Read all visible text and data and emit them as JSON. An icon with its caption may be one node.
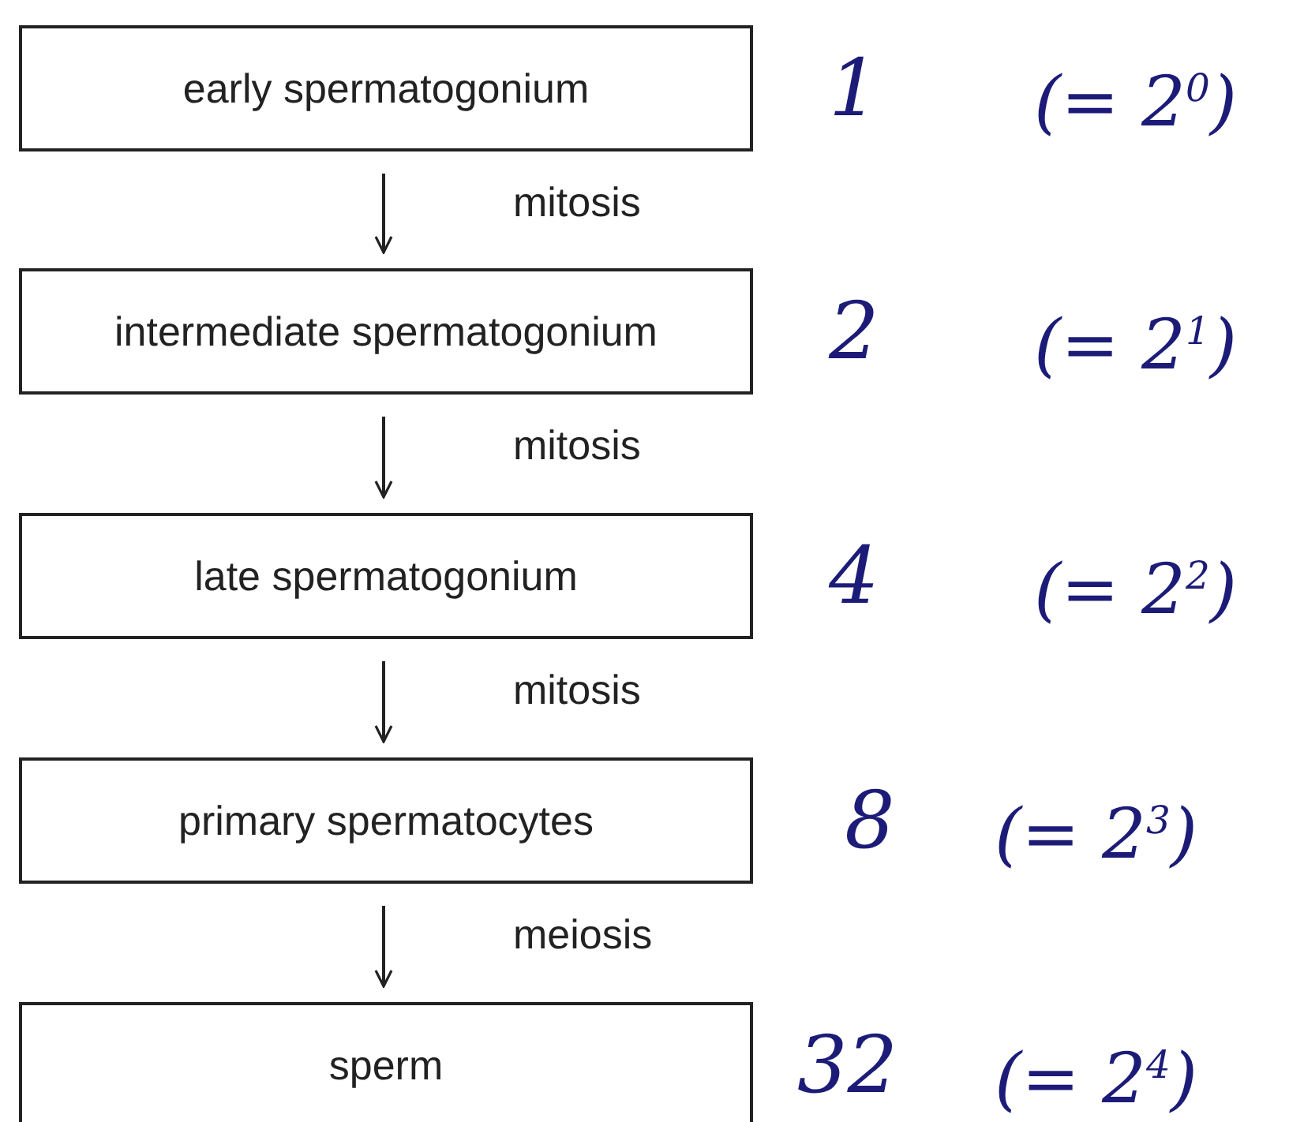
{
  "diagram": {
    "nodes": [
      {
        "text": [
          "early spermatogonium"
        ]
      },
      {
        "text": [
          "intermediate spermatogonium"
        ]
      },
      {
        "text": [
          "late spermatogonium"
        ]
      },
      {
        "text": [
          "primary spermatocytes"
        ]
      },
      {
        "text": [
          "sperm"
        ]
      }
    ],
    "edges": [
      {
        "from": 0,
        "to": 1,
        "arrow": "to",
        "label": "mitosis"
      },
      {
        "from": 1,
        "to": 2,
        "arrow": "to",
        "label": "mitosis"
      },
      {
        "from": 2,
        "to": 3,
        "arrow": "to",
        "label": "mitosis"
      },
      {
        "from": 3,
        "to": 4,
        "arrow": "to",
        "label": "meiosis"
      }
    ],
    "labels": [
      "1",
      "(= 2$^{0}$)",
      "2",
      "(= 2$^{1}$)",
      "4",
      "(= 2$^{2}$)",
      "8",
      "(= 2$^{3}$)",
      "32",
      "(= 2$^{4}$)"
    ]
  }
}
